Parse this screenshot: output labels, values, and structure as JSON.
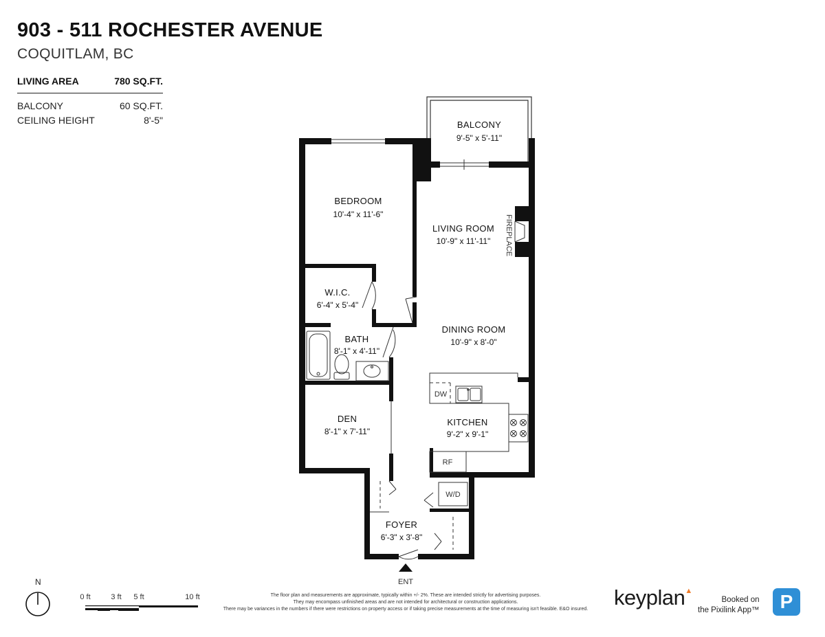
{
  "header": {
    "address": "903 - 511 ROCHESTER AVENUE",
    "city": "COQUITLAM, BC"
  },
  "stats": {
    "living_area_label": "LIVING AREA",
    "living_area_value": "780 SQ.FT.",
    "balcony_label": "BALCONY",
    "balcony_value": "60 SQ.FT.",
    "ceiling_label": "CEILING HEIGHT",
    "ceiling_value": "8'-5\""
  },
  "rooms": {
    "balcony": {
      "name": "BALCONY",
      "dims": "9'-5\"  x  5'-11\""
    },
    "bedroom": {
      "name": "BEDROOM",
      "dims": "10'-4\"  x  11'-6\""
    },
    "living": {
      "name": "LIVING ROOM",
      "dims": "10'-9\"  x  11'-11\""
    },
    "wic": {
      "name": "W.I.C.",
      "dims": "6'-4\" x 5'-4\""
    },
    "dining": {
      "name": "DINING ROOM",
      "dims": "10'-9\"  x  8'-0\""
    },
    "bath": {
      "name": "BATH",
      "dims": "8'-1\" x 4'-11\""
    },
    "den": {
      "name": "DEN",
      "dims": "8'-1\"  x  7'-11\""
    },
    "kitchen": {
      "name": "KITCHEN",
      "dims": "9'-2\"  x  9'-1\""
    },
    "foyer": {
      "name": "FOYER",
      "dims": "6'-3\" x 3'-8\""
    }
  },
  "fixtures": {
    "fireplace": "FIREPLACE",
    "dishwasher": "DW",
    "fridge": "RF",
    "washer_dryer": "W/D",
    "entrance": "ENT"
  },
  "scale": {
    "north": "N",
    "ticks": [
      "0 ft",
      "3 ft",
      "5 ft",
      "10 ft"
    ]
  },
  "disclaimer": [
    "The floor plan and measurements are approximate, typically within +/- 2%. These are intended strictly for advertising purposes.",
    "They may encompass unfinished areas and are not intended for architectural or construction applications.",
    "There may be variances in the numbers if there were restrictions on property access or if taking precise measurements at the time of measuring isn't feasible. E&O insured."
  ],
  "branding": {
    "keyplan": "keyplan",
    "booked_line1": "Booked on",
    "booked_line2": "the Pixilink App™",
    "pixilink_letter": "P"
  },
  "colors": {
    "wall": "#111111",
    "accent_orange": "#f07d2a",
    "pixilink_blue": "#2f8fd6"
  }
}
